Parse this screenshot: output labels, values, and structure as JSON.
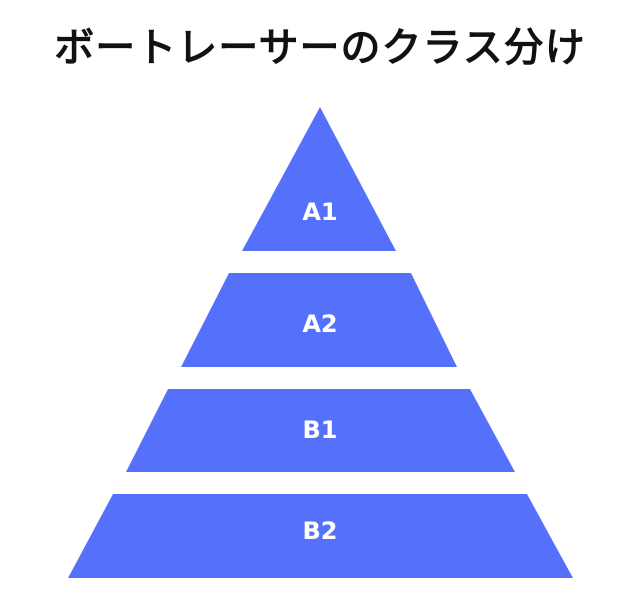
{
  "title": "ボートレーサーのクラス分け",
  "colors": {
    "tier_fill": "#5571fb",
    "label_text": "#ffffff",
    "title_text": "#111111"
  },
  "tiers": [
    {
      "label": "A1"
    },
    {
      "label": "A2"
    },
    {
      "label": "B1"
    },
    {
      "label": "B2"
    }
  ]
}
